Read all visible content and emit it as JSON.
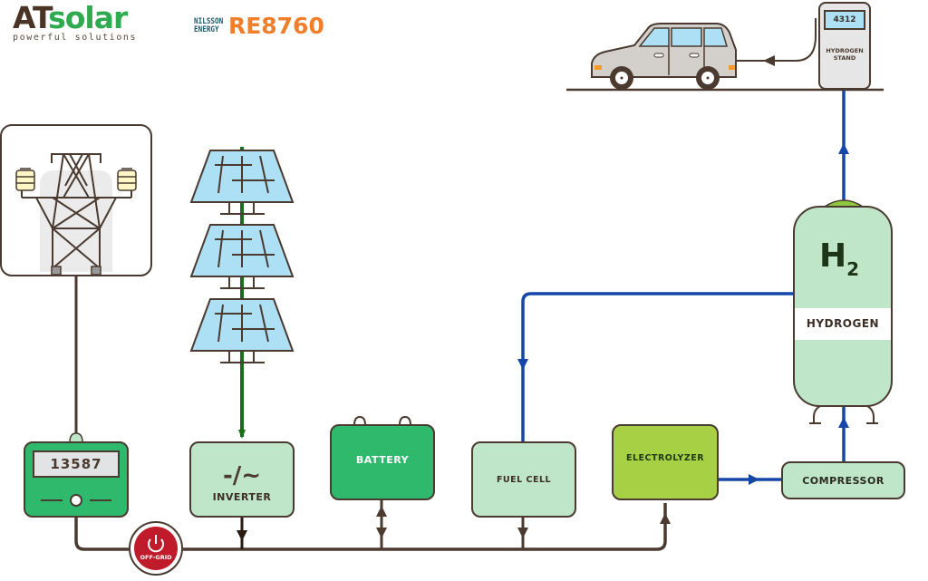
{
  "logos": {
    "atsolar": {
      "prefix": "AT",
      "name": "solar",
      "tagline": "powerful solutions"
    },
    "nilsson": {
      "line1": "NILSSON",
      "line2": "ENERGY",
      "product": "RE8760"
    }
  },
  "colors": {
    "outline": "#4a3a30",
    "light_green": "#bfe6c8",
    "green": "#2eb96c",
    "lime": "#a8d045",
    "hydrogen_line": "#1447a8",
    "solar_line": "#1a6e1a",
    "power_line": "#4a3a30",
    "off_grid_red": "#c01b2a",
    "panel_blue": "#aee0f5"
  },
  "grid_meter": {
    "reading": "13587"
  },
  "off_grid_switch": {
    "label": "OFF-GRID",
    "icon": "power-icon"
  },
  "inverter": {
    "symbol": "-/~",
    "label": "INVERTER"
  },
  "battery": {
    "label": "BATTERY"
  },
  "fuel_cell": {
    "label": "FUEL CELL"
  },
  "electrolyzer": {
    "label": "ELECTROLYZER"
  },
  "compressor": {
    "label": "COMPRESSOR"
  },
  "hydrogen_tank": {
    "symbol": "H",
    "subscript": "2",
    "label": "HYDROGEN"
  },
  "hydrogen_stand": {
    "reading": "4312",
    "label_line1": "HYDROGEN",
    "label_line2": "STAND"
  },
  "icons": {
    "power_tower": "transmission-tower-icon",
    "solar_panels": "solar-panel-icon",
    "car": "car-icon"
  }
}
